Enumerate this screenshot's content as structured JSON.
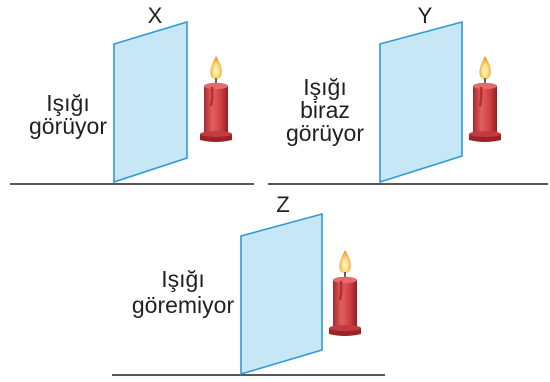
{
  "panels": {
    "x": {
      "letter": "X",
      "caption": [
        "Işığı",
        "görüyor"
      ]
    },
    "y": {
      "letter": "Y",
      "caption": [
        "Işığı",
        "biraz",
        "görüyor"
      ]
    },
    "z": {
      "letter": "Z",
      "caption": [
        "Işığı",
        "göremiyor"
      ]
    }
  },
  "colors": {
    "screen_fill": "#c7e6f6",
    "screen_stroke": "#2f9bd3",
    "candle_body": "#d8494b",
    "candle_shadow": "#a9282e",
    "flame_outer": "#f4a640",
    "flame_inner": "#fff1a8",
    "ground_line": "#231f20"
  },
  "icons": [
    "screen-icon",
    "candle-icon",
    "flame-icon"
  ]
}
